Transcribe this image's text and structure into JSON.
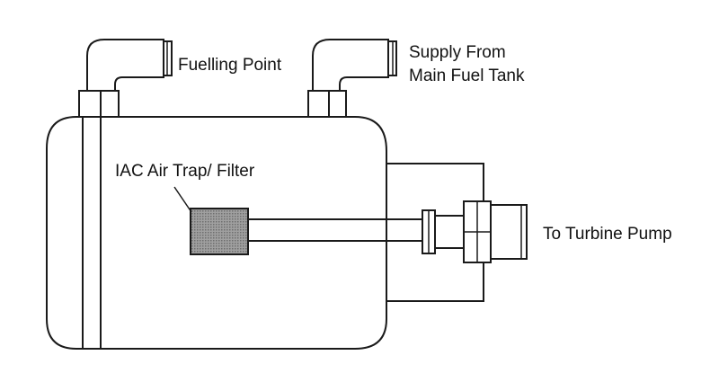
{
  "labels": {
    "fuelling_point": "Fuelling Point",
    "supply_line1": "Supply From",
    "supply_line2": "Main Fuel Tank",
    "air_trap": "IAC Air Trap/ Filter",
    "turbine_pump": "To Turbine Pump"
  },
  "colors": {
    "line": "#1a1a1a",
    "filter_fill": "#8c8c8c",
    "background": "#ffffff"
  }
}
